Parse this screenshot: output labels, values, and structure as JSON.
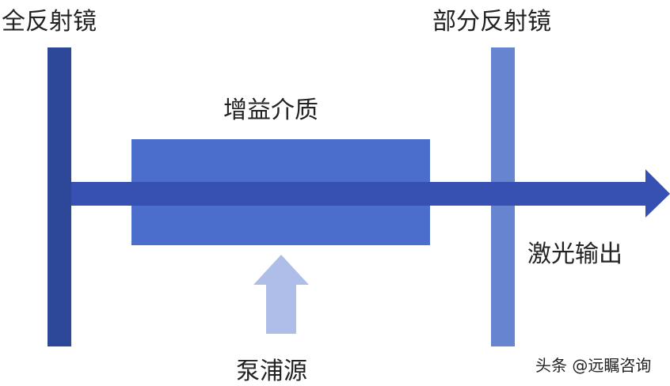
{
  "labels": {
    "full_mirror": "全反射镜",
    "partial_mirror": "部分反射镜",
    "gain_medium": "增益介质",
    "laser_output": "激光输出",
    "pump_source": "泵浦源"
  },
  "watermark": "头条 @远瞩咨询",
  "colors": {
    "full_mirror": "#2e4899",
    "gain_medium": "#4b6dcc",
    "laser_beam": "#3651b2",
    "partial_mirror": "#6784d1",
    "pump_arrow": "#aebee8"
  }
}
